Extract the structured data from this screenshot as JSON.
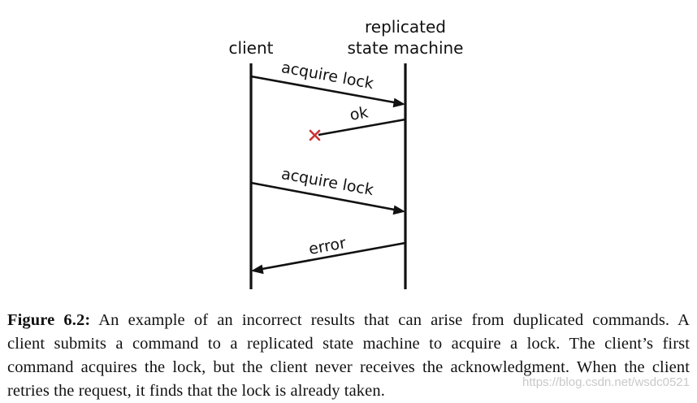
{
  "diagram": {
    "client_label": "client",
    "server_label_line1": "replicated",
    "server_label_line2": "state machine",
    "messages": [
      {
        "label": "acquire lock",
        "direction": "client-to-server"
      },
      {
        "label": "ok",
        "direction": "server-to-client",
        "lost": true
      },
      {
        "label": "acquire lock",
        "direction": "client-to-server"
      },
      {
        "label": "error",
        "direction": "server-to-client"
      }
    ],
    "lost_marker_color": "#cc3333"
  },
  "caption": {
    "figure_label": "Figure 6.2:",
    "line1_text": " An example of an incorrect results that can arise from duplicated commands. A",
    "line2": "client submits a command to a replicated state machine to acquire a lock. The client’s first",
    "line3": "command acquires the lock, but the client never receives the acknowledgment. When the client",
    "line4": "retries the request, it finds that the lock is already taken."
  },
  "watermark": "https://blog.csdn.net/wsdc0521"
}
